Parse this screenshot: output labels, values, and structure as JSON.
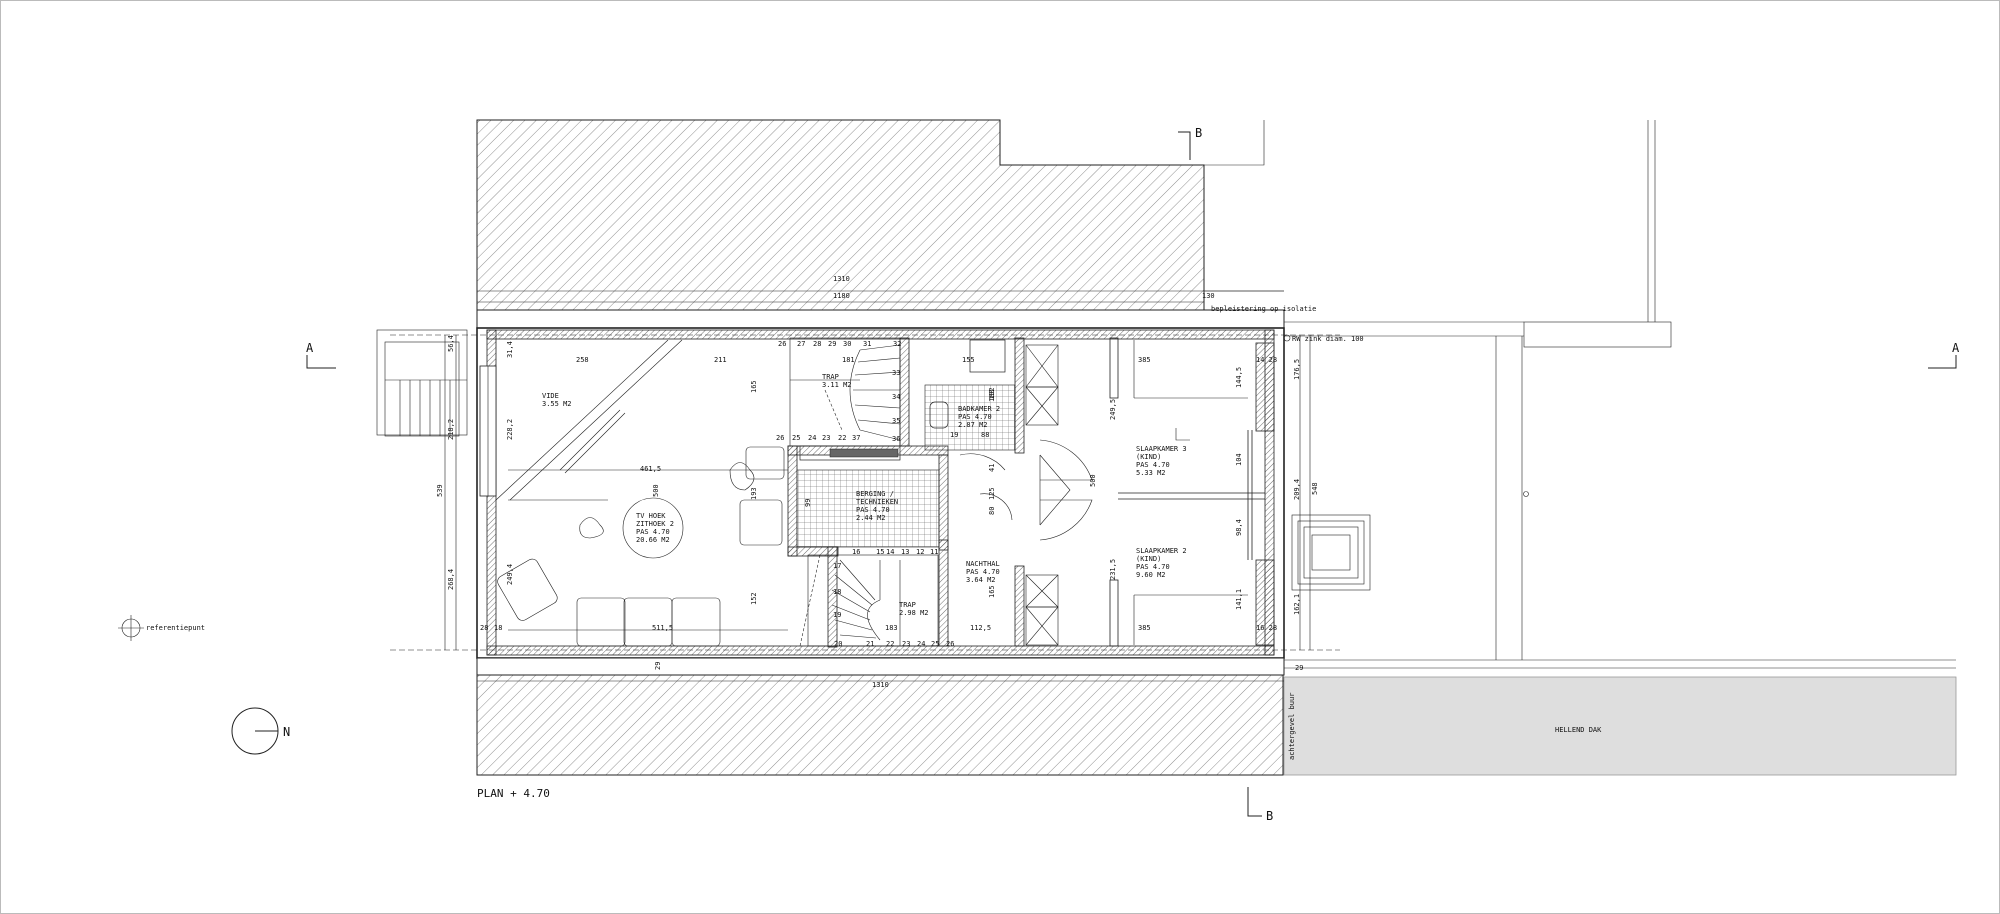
{
  "plan": {
    "title": "PLAN + 4.70",
    "section_a_left": "A",
    "section_a_right": "A",
    "section_b_top": "B",
    "section_b_bottom": "B",
    "north": "N",
    "reference_point": "referentiepunt",
    "plaster_note": "bepleistering op isolatie",
    "gutter_note": "RW zink diam. 100",
    "facade_note": "achtergevel buur",
    "roof_label": "HELLEND DAK"
  },
  "rooms": {
    "vide": {
      "name": "VIDE",
      "area": "3.55 M2"
    },
    "tv": {
      "name": "TV HOEK",
      "sub": "ZITHOEK 2",
      "level": "PAS 4.70",
      "area": "20.66 M2"
    },
    "trap_top": {
      "name": "TRAP",
      "area": "3.11 M2"
    },
    "trap_bottom": {
      "name": "TRAP",
      "area": "2.98 M2"
    },
    "bathroom": {
      "name": "BADKAMER 2",
      "level": "PAS 4.70",
      "area": "2.87 M2"
    },
    "storage": {
      "name": "BERGING /",
      "sub": "TECHNIEKEN",
      "level": "PAS 4.70",
      "area": "2.44 M2"
    },
    "night_hall": {
      "name": "NACHTHAL",
      "level": "PAS 4.70",
      "area": "3.64 M2"
    },
    "bedroom3": {
      "name": "SLAAPKAMER 3",
      "sub": "(KIND)",
      "level": "PAS 4.70",
      "area": "5.33 M2"
    },
    "bedroom2": {
      "name": "SLAAPKAMER 2",
      "sub": "(KIND)",
      "level": "PAS 4.70",
      "area": "9.60 M2"
    }
  },
  "dims": {
    "top_1310": "1310",
    "top_1180": "1180",
    "top_130": "130",
    "bottom_1310": "1310",
    "d258": "258",
    "d211": "211",
    "d181": "181",
    "d155": "155",
    "d385a": "385",
    "d385b": "385",
    "d4615": "461,5",
    "d5115": "511,5",
    "d1125": "112,5",
    "d183": "183",
    "d539": "539",
    "d548": "548",
    "d2182": "218,2",
    "d2282": "228,2",
    "d2684": "268,4",
    "d2494": "249,4",
    "d2494b": "249,5",
    "d2315": "231,5",
    "d500a": "500",
    "d500b": "500",
    "d1765": "176,5",
    "d2094": "209,4",
    "d1621": "162,1",
    "d1445": "144,5",
    "d1411": "141,1",
    "d984": "98,4",
    "d104": "104",
    "d165a": "165",
    "d165b": "165",
    "d152": "152",
    "d193": "193",
    "d99": "99",
    "d125": "125",
    "d41": "41",
    "d80": "80",
    "d192": "192",
    "d183v": "183",
    "d88": "88",
    "d19": "19",
    "d564": "56,4",
    "d314": "31,4",
    "d29": "29",
    "d29b": "29",
    "d28": "28",
    "d18": "18",
    "d1428": "14 28",
    "d1628": "16 28",
    "s26": "26",
    "s27": "27",
    "s28": "28",
    "s29": "29",
    "s30": "30",
    "s31": "31",
    "s32": "32",
    "s33": "33",
    "s34": "34",
    "s35": "35",
    "s36": "36",
    "r26": "26",
    "r25": "25",
    "r24": "24",
    "r23": "23",
    "r22": "22",
    "r37": "37",
    "b16": "16",
    "b15": "15",
    "b14": "14",
    "b13": "13",
    "b12": "12",
    "b11": "11",
    "b17": "17",
    "b18": "18",
    "b19": "19",
    "b20": "20",
    "b21": "21",
    "b22": "22",
    "b23": "23",
    "b24": "24",
    "b25": "25",
    "b26": "26"
  },
  "colors": {
    "line": "#222222",
    "roof_fill": "#dedede",
    "paper": "#ffffff"
  }
}
